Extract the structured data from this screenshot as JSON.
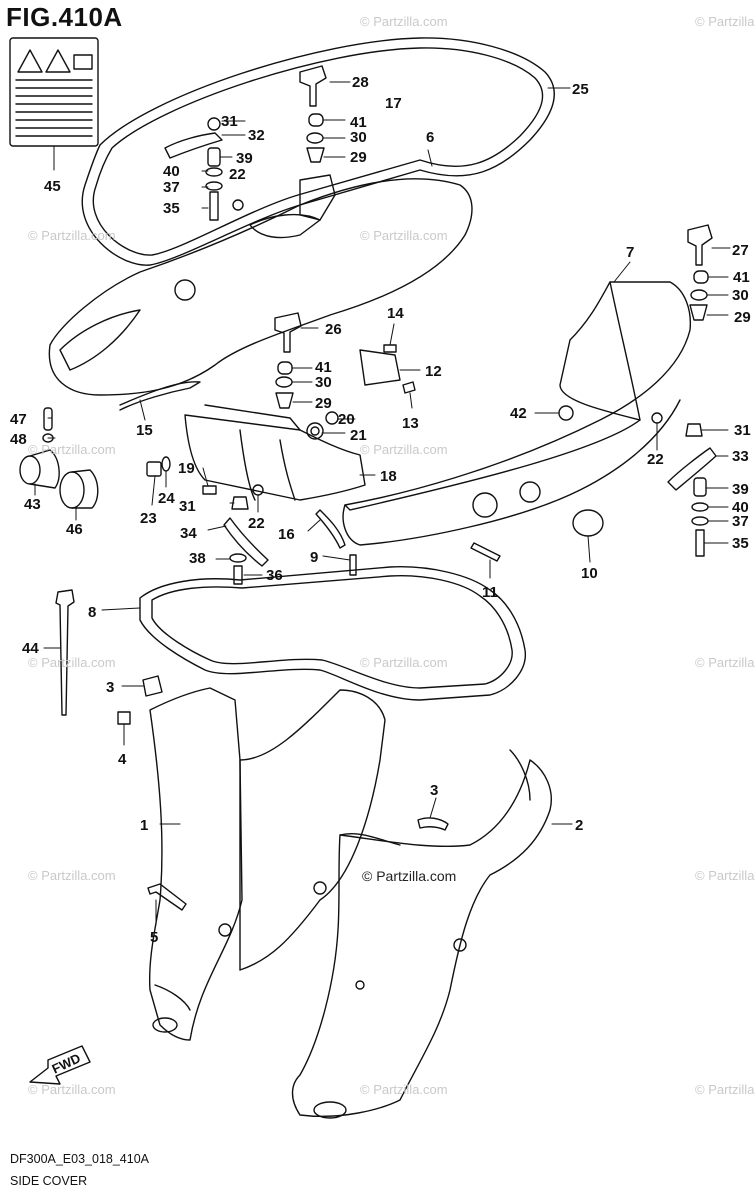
{
  "figure": {
    "title": "FIG.410A",
    "code": "DF300A_E03_018_410A",
    "name": "SIDE COVER",
    "fwd_label": "FWD"
  },
  "watermark": {
    "repeat_text": "© Partzilla.com",
    "center_text": "© Partzilla.com"
  },
  "callouts": [
    {
      "n": "1"
    },
    {
      "n": "2"
    },
    {
      "n": "3"
    },
    {
      "n": "3"
    },
    {
      "n": "4"
    },
    {
      "n": "5"
    },
    {
      "n": "6"
    },
    {
      "n": "7"
    },
    {
      "n": "8"
    },
    {
      "n": "9"
    },
    {
      "n": "10"
    },
    {
      "n": "11"
    },
    {
      "n": "12"
    },
    {
      "n": "13"
    },
    {
      "n": "14"
    },
    {
      "n": "15"
    },
    {
      "n": "16"
    },
    {
      "n": "17"
    },
    {
      "n": "18"
    },
    {
      "n": "19"
    },
    {
      "n": "20"
    },
    {
      "n": "21"
    },
    {
      "n": "22"
    },
    {
      "n": "22"
    },
    {
      "n": "22"
    },
    {
      "n": "23"
    },
    {
      "n": "24"
    },
    {
      "n": "25"
    },
    {
      "n": "26"
    },
    {
      "n": "27"
    },
    {
      "n": "28"
    },
    {
      "n": "29"
    },
    {
      "n": "29"
    },
    {
      "n": "29"
    },
    {
      "n": "30"
    },
    {
      "n": "30"
    },
    {
      "n": "30"
    },
    {
      "n": "31"
    },
    {
      "n": "31"
    },
    {
      "n": "31"
    },
    {
      "n": "32"
    },
    {
      "n": "33"
    },
    {
      "n": "34"
    },
    {
      "n": "35"
    },
    {
      "n": "35"
    },
    {
      "n": "36"
    },
    {
      "n": "37"
    },
    {
      "n": "37"
    },
    {
      "n": "38"
    },
    {
      "n": "39"
    },
    {
      "n": "39"
    },
    {
      "n": "40"
    },
    {
      "n": "40"
    },
    {
      "n": "41"
    },
    {
      "n": "41"
    },
    {
      "n": "41"
    },
    {
      "n": "42"
    },
    {
      "n": "43"
    },
    {
      "n": "44"
    },
    {
      "n": "45"
    },
    {
      "n": "46"
    },
    {
      "n": "47"
    },
    {
      "n": "48"
    }
  ]
}
